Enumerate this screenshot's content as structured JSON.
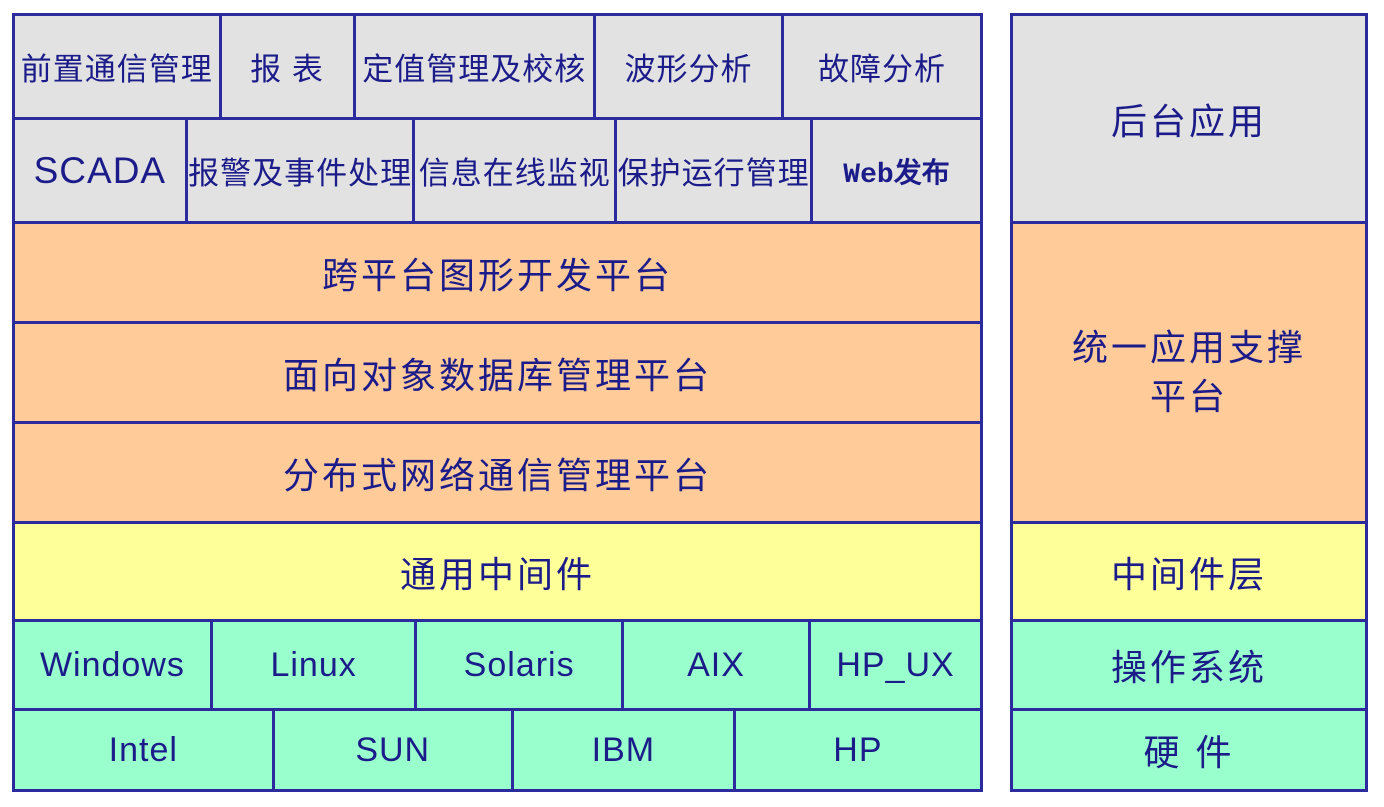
{
  "diagram_title": "layered-architecture-stack",
  "colors": {
    "application_layer": "#e2e2e2",
    "platform_layer": "#ffcc99",
    "middleware_layer": "#ffff99",
    "system_layer": "#99ffcc",
    "border": "#2b2b9d",
    "text": "#1b1b8a"
  },
  "left": {
    "app_row1": [
      "前置通信管理",
      "报 表",
      "定值管理及校核",
      "波形分析",
      "故障分析"
    ],
    "app_row2": [
      "SCADA",
      "报警及事件处理",
      "信息在线监视",
      "保护运行管理",
      "Web发布"
    ],
    "platforms": [
      "跨平台图形开发平台",
      "面向对象数据库管理平台",
      "分布式网络通信管理平台"
    ],
    "middleware": "通用中间件",
    "os": [
      "Windows",
      "Linux",
      "Solaris",
      "AIX",
      "HP_UX"
    ],
    "hardware": [
      "Intel",
      "SUN",
      "IBM",
      "HP"
    ]
  },
  "right": {
    "backend_apps": "后台应用",
    "support_platform_line1": "统一应用支撑",
    "support_platform_line2": "平台",
    "middleware_layer": "中间件层",
    "os_layer": "操作系统",
    "hardware_layer": "硬 件"
  }
}
